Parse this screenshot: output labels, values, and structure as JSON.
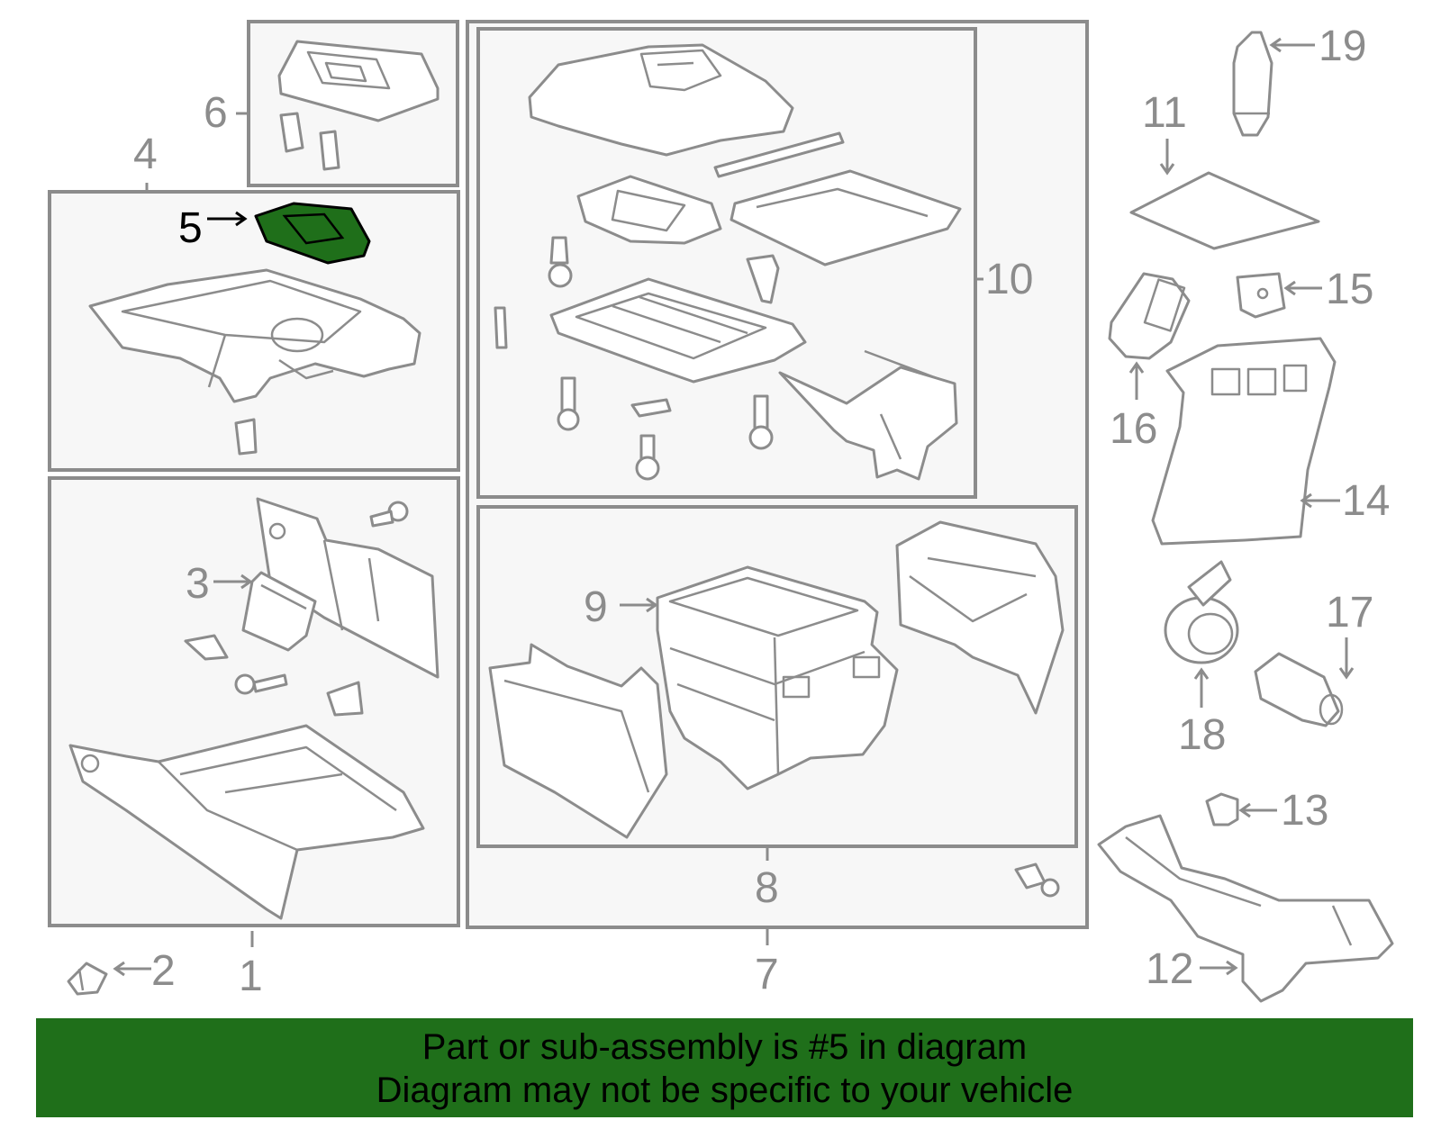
{
  "diagram": {
    "highlighted_part": "5",
    "highlight_color": "#1f6f1a",
    "line_color": "#8c8c8c",
    "callouts": {
      "c1": "1",
      "c2": "2",
      "c3": "3",
      "c4": "4",
      "c5": "5",
      "c6": "6",
      "c7": "7",
      "c8": "8",
      "c9": "9",
      "c10": "10",
      "c11": "11",
      "c12": "12",
      "c13": "13",
      "c14": "14",
      "c15": "15",
      "c16": "16",
      "c17": "17",
      "c18": "18",
      "c19": "19"
    }
  },
  "banner": {
    "line1": "Part or sub-assembly is #5 in diagram",
    "line2": "Diagram may not be specific to your vehicle",
    "background": "#1f6f1a"
  }
}
